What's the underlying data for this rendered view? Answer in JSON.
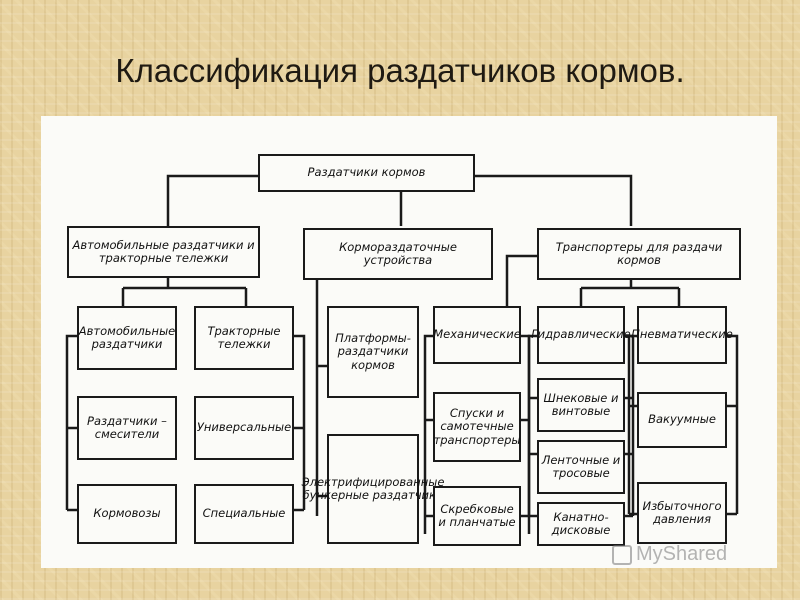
{
  "slide": {
    "title": "Классификация раздатчиков кормов."
  },
  "diagram": {
    "root": "Раздатчики кормов",
    "categories": [
      {
        "label": "Автомобильные раздатчики и тракторные тележки",
        "left_column": [
          "Автомобильные раздатчики",
          "Раздатчики – смесители",
          "Кормовозы"
        ],
        "right_column": [
          "Тракторные тележки",
          "Универсальные",
          "Специальные"
        ]
      },
      {
        "label": "Кормораздаточные устройства",
        "column": [
          "Платформы-раздатчики кормов",
          "Электрифицированные бункерные раздатчики"
        ]
      },
      {
        "label": "Транспортеры для раздачи кормов",
        "mechanical": {
          "label": "Механические",
          "items": [
            "Спуски и самотечные транспортеры",
            "Скребковые и планчатые"
          ]
        },
        "hydraulic": {
          "label": "Гидравлические",
          "items": [
            "Шнековые и винтовые",
            "Ленточные и тросовые",
            "Канатно-дисковые"
          ]
        },
        "pneumatic": {
          "label": "Пневматические",
          "items": [
            "Вакуумные",
            "Избыточного давления"
          ]
        }
      }
    ]
  },
  "watermark": {
    "text": "MyShared"
  },
  "colors": {
    "background": "#e8d3a0",
    "panel": "#fbfbf8",
    "ink": "#1a1a1a"
  }
}
